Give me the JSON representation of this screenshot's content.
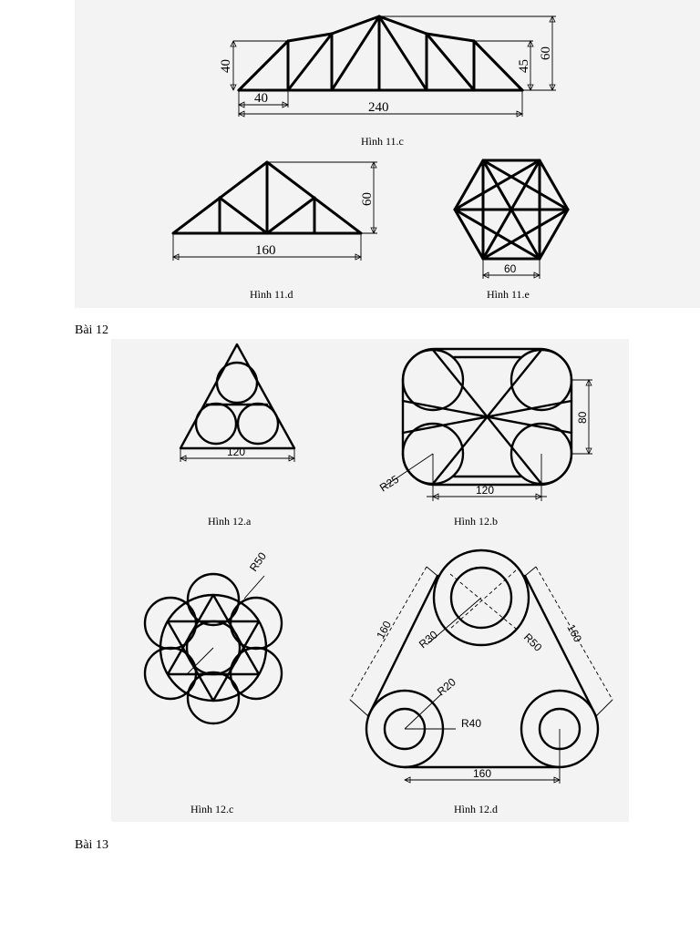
{
  "captions": {
    "fig11c": "Hình 11.c",
    "fig11d": "Hình 11.d",
    "fig11e": "Hình 11.e",
    "fig12a": "Hình 12.a",
    "fig12b": "Hình 12.b",
    "fig12c": "Hình 12.c",
    "fig12d": "Hình 12.d"
  },
  "sections": {
    "bai12": "Bài 12",
    "bai13": "Bài 13"
  },
  "dims": {
    "f11c_left_height": "40",
    "f11c_panel_width": "40",
    "f11c_total_width": "240",
    "f11c_right_height": "45",
    "f11c_total_height": "60",
    "f11d_width": "160",
    "f11d_height": "60",
    "f11e_side": "60",
    "f12a_width": "120",
    "f12b_height": "80",
    "f12b_width": "120",
    "f12b_radius": "R25",
    "f12c_radius": "R50",
    "f12d_left_len": "160",
    "f12d_right_len": "160",
    "f12d_inner_r_top": "R30",
    "f12d_outer_r_top": "R50",
    "f12d_inner_r_small": "R20",
    "f12d_outer_r_small": "R40",
    "f12d_base": "160"
  }
}
